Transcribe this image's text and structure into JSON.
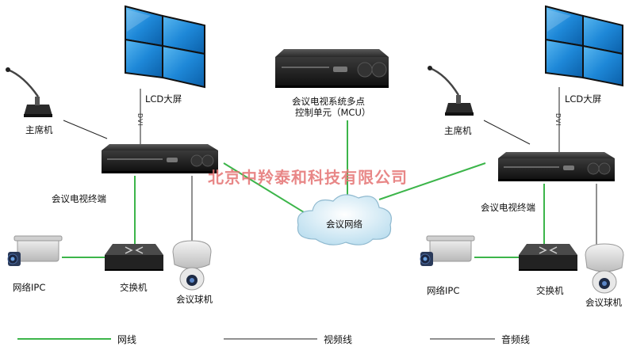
{
  "labels": {
    "lcd_left": "LCD大屏",
    "lcd_right": "LCD大屏",
    "chairman_left": "主席机",
    "chairman_right": "主席机",
    "terminal_left": "会议电视终端",
    "terminal_right": "会议电视终端",
    "mcu_line1": "会议电视系统多点",
    "mcu_line2": "控制单元（MCU）",
    "network": "会议网络",
    "ipc_left": "网络IPC",
    "ipc_right": "网络IPC",
    "switch_left": "交换机",
    "switch_right": "交换机",
    "dome_left": "会议球机",
    "dome_right": "会议球机",
    "dvi_left": "DVI",
    "dvi_right": "DVI",
    "watermark": "北京中羚泰和科技有限公司"
  },
  "legend": {
    "network_line": "网线",
    "video_line": "视频线",
    "audio_line": "音频线"
  },
  "colors": {
    "network_line": "#3cb54a",
    "video_line": "#222222",
    "audio_line": "#222222",
    "lcd_blue": "#1e88d8",
    "watermark": "#e57373"
  }
}
